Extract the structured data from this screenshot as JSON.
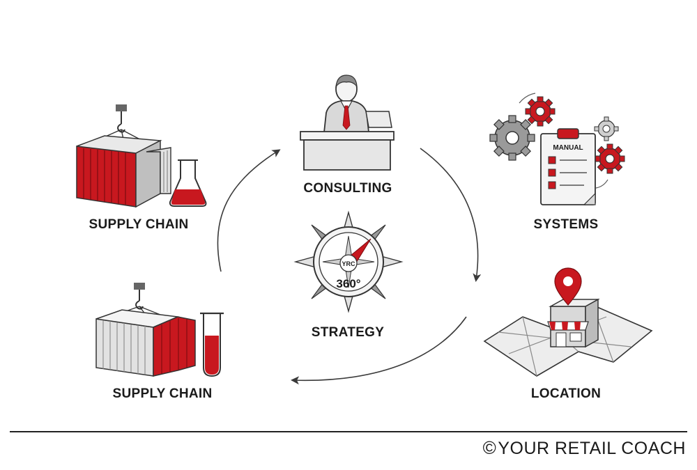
{
  "colors": {
    "accent": "#c8181f",
    "line": "#3a3a3a",
    "gray": "#d9d9d9",
    "dark_gray": "#8c8c8c"
  },
  "nodes": {
    "supply_chain_top": {
      "label": "SUPPLY CHAIN",
      "icon": "shipping-container-flask-icon"
    },
    "consulting": {
      "label": "CONSULTING",
      "icon": "consultant-at-desk-icon"
    },
    "systems": {
      "label": "SYSTEMS",
      "icon": "gears-manual-checklist-icon"
    },
    "location": {
      "label": "LOCATION",
      "icon": "map-pin-store-icon"
    },
    "supply_chain_bottom": {
      "label": "SUPPLY CHAIN",
      "icon": "shipping-container-test-tube-icon"
    },
    "strategy": {
      "label": "STRATEGY",
      "icon": "compass-icon"
    }
  },
  "compass": {
    "center_text": "YRC",
    "degree_text": "360°"
  },
  "manual_label": "MANUAL",
  "footer": {
    "copyright_symbol": "©",
    "text": "YOUR RETAIL COACH"
  }
}
